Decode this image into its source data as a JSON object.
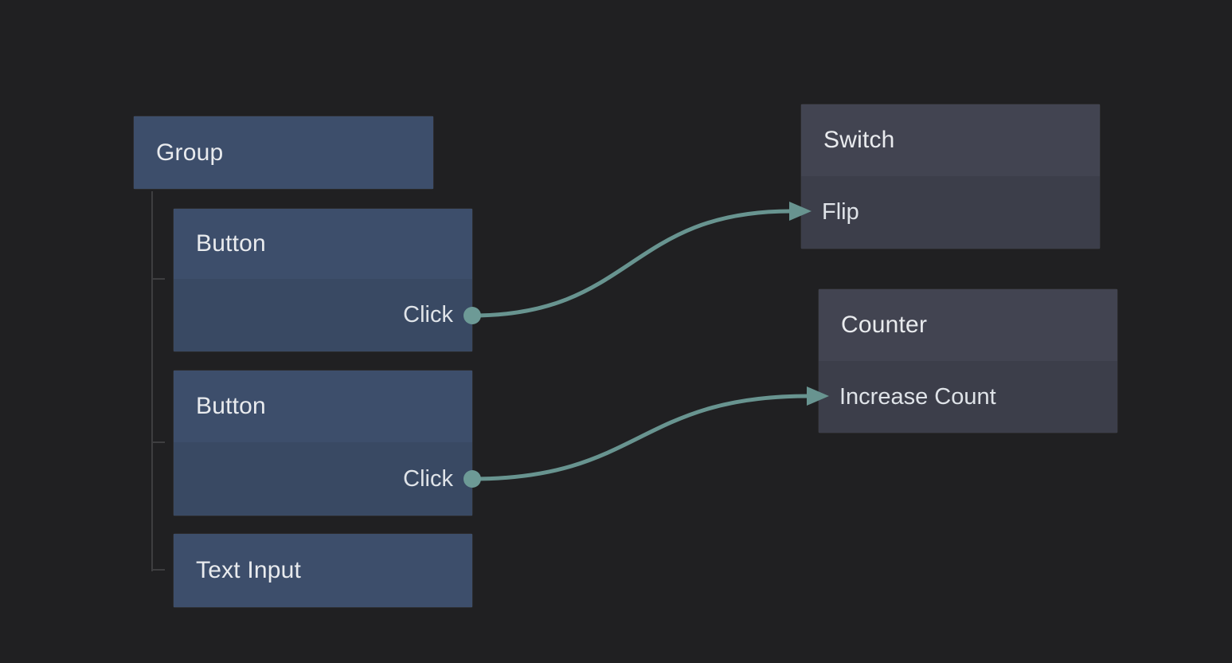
{
  "canvas": {
    "background_color": "#202022",
    "tree_line_color": "#3e3e40"
  },
  "colors": {
    "edge_accent": "#689490",
    "port_accent": "#6d9a96",
    "blue_node_header": "#3d4e6b",
    "blue_node_body": "#394963",
    "gray_node_header": "#424451",
    "gray_node_body": "#3c3e4a",
    "node_text": "#e9ebee"
  },
  "nodes": {
    "group": {
      "title": "Group"
    },
    "button1": {
      "title": "Button",
      "output_port": "Click"
    },
    "button2": {
      "title": "Button",
      "output_port": "Click"
    },
    "text_input": {
      "title": "Text Input"
    },
    "switch": {
      "title": "Switch",
      "input_port": "Flip"
    },
    "counter": {
      "title": "Counter",
      "input_port": "Increase Count"
    }
  },
  "hierarchy": {
    "parent": "Group",
    "children": [
      "Button",
      "Button",
      "Text Input"
    ]
  },
  "edges": [
    {
      "from_node": "Button",
      "from_port": "Click",
      "to_node": "Switch",
      "to_port": "Flip"
    },
    {
      "from_node": "Button",
      "from_port": "Click",
      "to_node": "Counter",
      "to_port": "Increase Count"
    }
  ]
}
